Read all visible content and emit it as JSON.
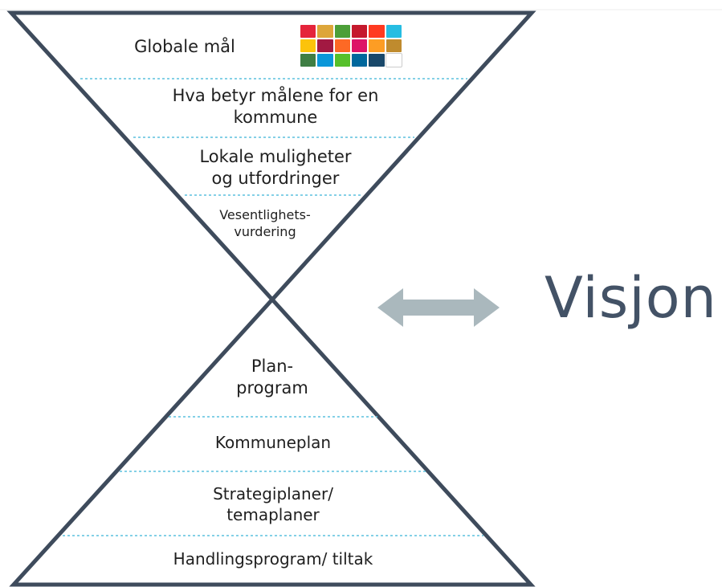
{
  "diagram": {
    "top_levels": [
      {
        "text": "Globale mål"
      },
      {
        "text": "Hva betyr målene for en\nkommune"
      },
      {
        "text": "Lokale muligheter\nog utfordringer"
      },
      {
        "text": "Vesentlighets-\nvurdering"
      }
    ],
    "bottom_levels": [
      {
        "text": "Plan-\nprogram"
      },
      {
        "text": "Kommuneplan"
      },
      {
        "text": "Strategiplaner/\ntemaplaner"
      },
      {
        "text": "Handlingsprogram/ tiltak"
      }
    ],
    "right_label": "Visjon",
    "colors": {
      "outline": "#3e4b5c",
      "divider": "#5bc0de",
      "arrow": "#aab8bd",
      "visjon": "#435266"
    },
    "sdg_icon_colors": [
      "#e5243b",
      "#dda63a",
      "#4c9f38",
      "#c5192d",
      "#ff3a21",
      "#26bde2",
      "#fcc30b",
      "#a21942",
      "#fd6925",
      "#dd1367",
      "#fd9d24",
      "#bf8b2e",
      "#3f7e44",
      "#0a97d9",
      "#56c02b",
      "#00689d",
      "#19486a",
      "#ffffff"
    ]
  }
}
